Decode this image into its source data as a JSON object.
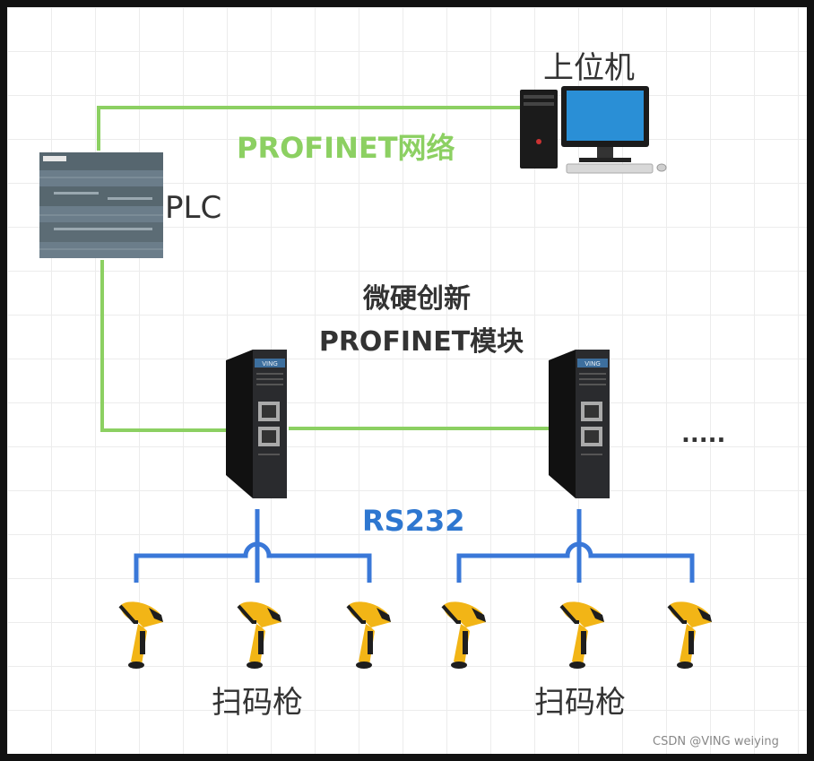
{
  "labels": {
    "pc": "上位机",
    "plc": "PLC",
    "network": "PROFINET网络",
    "module_line1": "微硬创新",
    "module_line2": "PROFINET模块",
    "serial": "RS232",
    "more": ".....",
    "scanners_left": "扫码枪",
    "scanners_right": "扫码枪",
    "watermark": "CSDN @VING weiying"
  },
  "module_brand": "VING",
  "colors": {
    "network_line": "#8cd062",
    "serial_line": "#3a78d8",
    "scanner_body": "#f2b516",
    "scanner_dark": "#1e1e1e",
    "module_body": "#2a2b2e",
    "plc_body": "#6b7d8a"
  },
  "icons": [
    "pc-icon",
    "plc-icon",
    "profinet-module-icon",
    "barcode-scanner-icon"
  ]
}
